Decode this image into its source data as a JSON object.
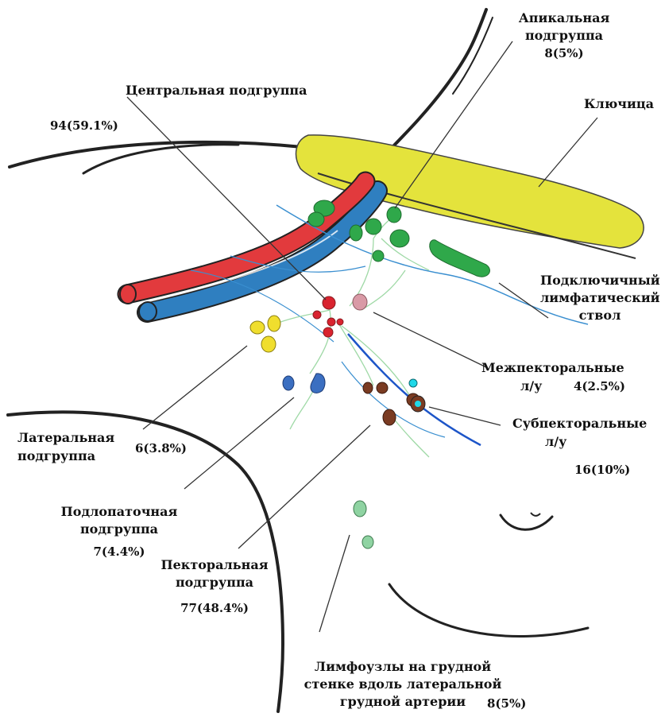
{
  "labels": {
    "apical_line1": "Апикальная",
    "apical_line2": "подгруппа",
    "apical_count": "8(5%)",
    "central": "Центральная подгруппа",
    "central_count": "94(59.1%)",
    "clavicle": "Ключица",
    "subclavian_line1": "Подключичный",
    "subclavian_line2": "лимфатический",
    "subclavian_line3": "ствол",
    "interpectoral_line1": "Межпекторальные",
    "interpectoral_line2": "л/у",
    "interpectoral_count": "4(2.5%)",
    "subpectoral_line1": "Субпекторальные",
    "subpectoral_line2": "л/у",
    "subpectoral_count": "16(10%)",
    "lateral_line1": "Латеральная",
    "lateral_line2": "подгруппа",
    "lateral_count": "6(3.8%)",
    "subscapular_line1": "Подлопаточная",
    "subscapular_line2": "подгруппа",
    "subscapular_count": "7(4.4%)",
    "pectoral_line1": "Пекторальная",
    "pectoral_line2": "подгруппа",
    "pectoral_count": "77(48.4%)",
    "chestwall_line1": "Лимфоузлы на грудной",
    "chestwall_line2": "стенке вдоль латеральной",
    "chestwall_line3": "грудной артерии",
    "chestwall_count": "8(5%)"
  },
  "colors": {
    "clavicle": "#e4e33c",
    "artery": "#e23a3d",
    "vein": "#2f7fc0",
    "apical_nodes": "#2fa84a",
    "central_nodes": "#d9232f",
    "interpectoral_node": "#d99aa6",
    "lateral_nodes": "#f0de2e",
    "subscapular_nodes": "#3b6fc1",
    "pectoral_nodes": "#7a3b22",
    "subpectoral_node": "#1fd8e8",
    "chestwall_nodes": "#8fd3a2",
    "lymph_vessels": "#9fd9a6",
    "subclavian_trunk": "#3a8fd0",
    "outline": "#222222"
  }
}
